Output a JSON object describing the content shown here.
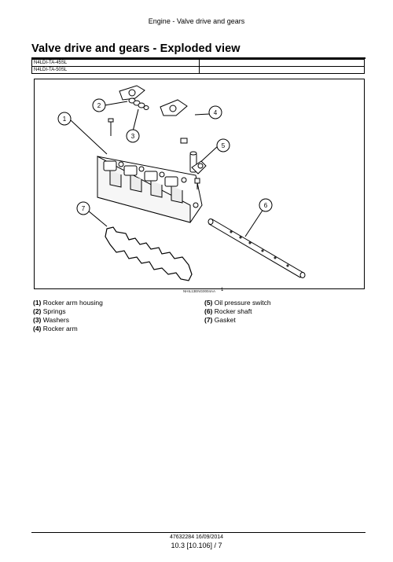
{
  "header": {
    "running_title": "Engine - Valve drive and gears"
  },
  "section": {
    "title": "Valve drive and gears - Exploded view"
  },
  "models": [
    "N4LDI-TA-45SL",
    "N4LDI-TA-50SL"
  ],
  "figure": {
    "callouts": [
      "1",
      "2",
      "3",
      "4",
      "5",
      "6",
      "7"
    ],
    "code": "NHIL13ENG0004AA",
    "number": "1"
  },
  "legend": {
    "left": [
      {
        "num": "(1)",
        "text": "Rocker arm housing"
      },
      {
        "num": "(2)",
        "text": "Springs"
      },
      {
        "num": "(3)",
        "text": "Washers"
      },
      {
        "num": "(4)",
        "text": "Rocker arm"
      }
    ],
    "right": [
      {
        "num": "(5)",
        "text": "Oil pressure switch"
      },
      {
        "num": "(6)",
        "text": "Rocker shaft"
      },
      {
        "num": "(7)",
        "text": "Gasket"
      }
    ]
  },
  "footer": {
    "doc_info": "47632284 16/09/2014",
    "page_ref": "10.3 [10.106] / 7"
  }
}
